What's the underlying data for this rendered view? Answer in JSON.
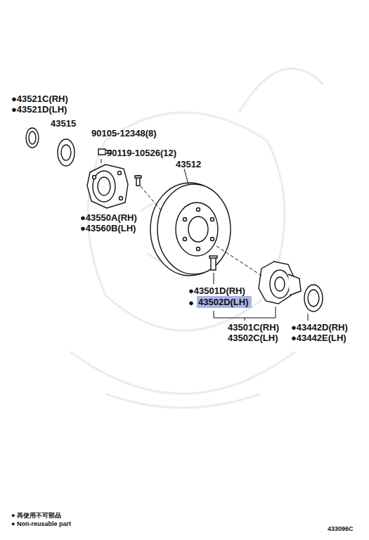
{
  "diagram": {
    "nodes": [
      {
        "text": [
          "43502D(LH)"
        ]
      }
    ],
    "labels": [
      "●43521C(RH)",
      "●43521D(LH)",
      "43515",
      "90105-12348(8)",
      "90119-10526(12)",
      "43512",
      "●43550A(RH)",
      "●43560B(LH)",
      "●43501D(RH)",
      "●",
      "43501C(RH)",
      "43502C(LH)",
      "●43442D(RH)",
      "●43442E(LH)",
      "● 再使用不可部品",
      "● Non-reusable part",
      "433096C"
    ]
  }
}
